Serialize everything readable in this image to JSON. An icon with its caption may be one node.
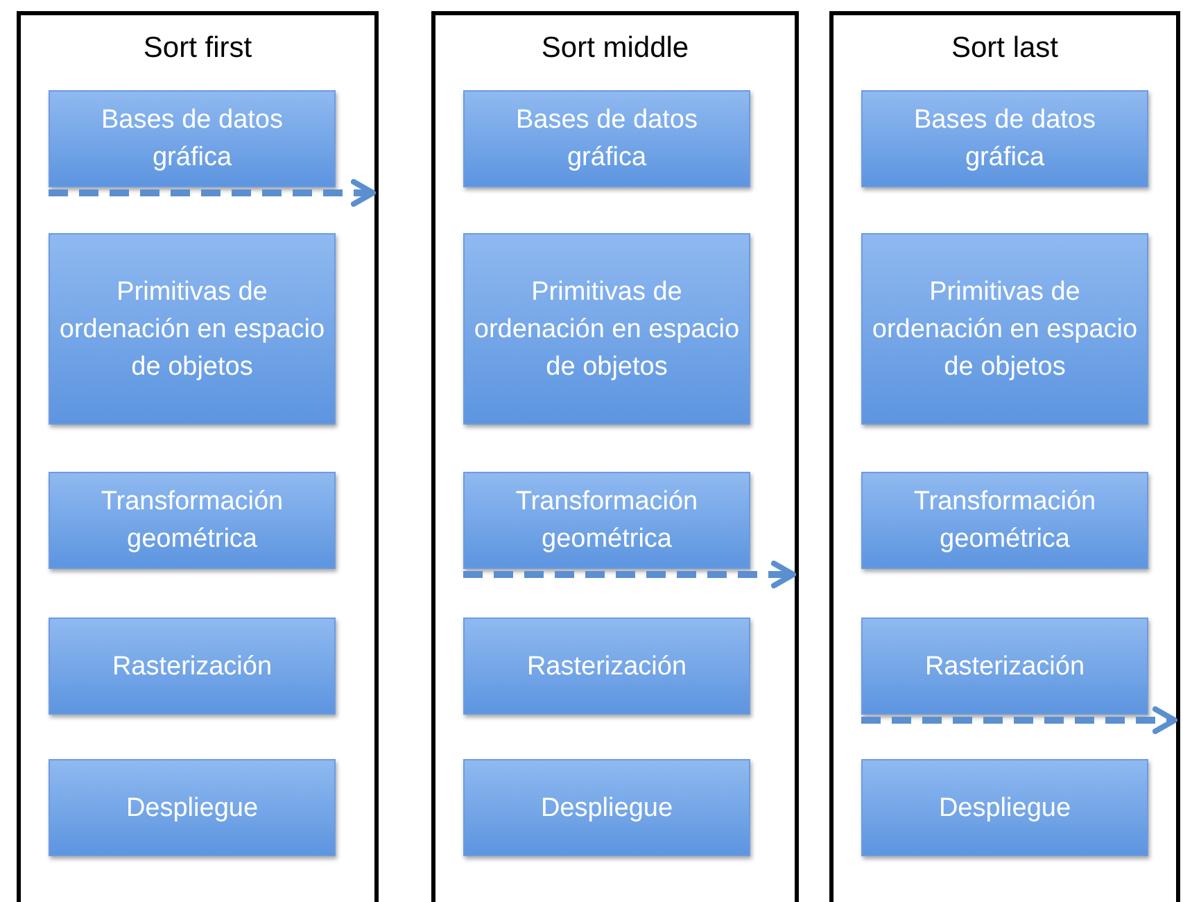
{
  "diagram": {
    "nodes": [
      {
        "text": [
          "Sort first"
        ]
      },
      {
        "text": [
          "Bases de datos gráfica"
        ],
        "in": 0
      },
      {
        "text": [
          "Primitivas de ordenación en espacio de objetos"
        ],
        "in": 0
      },
      {
        "text": [
          "Transformación geométrica"
        ],
        "in": 0
      },
      {
        "text": [
          "Rasterización"
        ],
        "in": 0
      },
      {
        "text": [
          "Despliegue"
        ],
        "in": 0
      },
      {
        "text": [
          "Sort middle"
        ]
      },
      {
        "text": [
          "Bases de datos gráfica"
        ],
        "in": 6
      },
      {
        "text": [
          "Primitivas de ordenación en espacio de objetos"
        ],
        "in": 6
      },
      {
        "text": [
          "Transformación geométrica"
        ],
        "in": 6
      },
      {
        "text": [
          "Rasterización"
        ],
        "in": 6
      },
      {
        "text": [
          "Despliegue"
        ],
        "in": 6
      },
      {
        "text": [
          "Sort last"
        ]
      },
      {
        "text": [
          "Bases de datos gráfica"
        ],
        "in": 12
      },
      {
        "text": [
          "Primitivas de ordenación en espacio de objetos"
        ],
        "in": 12
      },
      {
        "text": [
          "Transformación geométrica"
        ],
        "in": 12
      },
      {
        "text": [
          "Rasterización"
        ],
        "in": 12
      },
      {
        "text": [
          "Despliegue"
        ],
        "in": 12
      }
    ],
    "edges": [
      {
        "from": 1,
        "to": 0,
        "arrow": "to",
        "style": "dashed"
      },
      {
        "from": 9,
        "to": 6,
        "arrow": "to",
        "style": "dashed"
      },
      {
        "from": 16,
        "to": 12,
        "arrow": "to",
        "style": "dashed"
      }
    ]
  }
}
